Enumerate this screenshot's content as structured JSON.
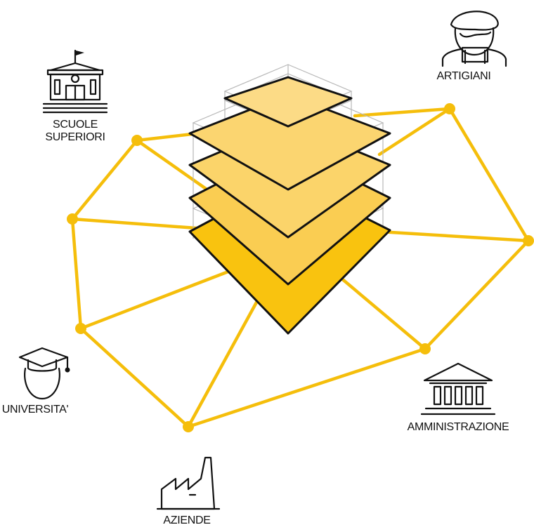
{
  "colors": {
    "network": "#F5BE0B",
    "layers": [
      "#F9C30F",
      "#FACD52",
      "#FBD46A",
      "#FBD570",
      "#FCDB86"
    ]
  },
  "labels": {
    "scuole_line1": "SCUOLE",
    "scuole_line2": "SUPERIORI",
    "artigiani": "ARTIGIANI",
    "universita": "UNIVERSITA'",
    "amministrazione": "AMMINISTRAZIONE",
    "aziende": "AZIENDE"
  },
  "icons": {
    "scuole": "school-building-icon",
    "artigiani": "craftsman-icon",
    "universita": "graduate-cap-icon",
    "amministrazione": "government-building-icon",
    "aziende": "factory-icon"
  },
  "layer_count": 5
}
